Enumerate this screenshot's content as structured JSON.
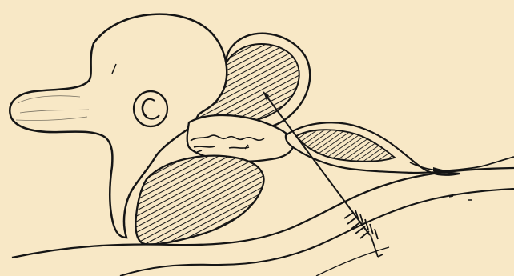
{
  "figure": {
    "background": "#f8e8c6",
    "ink": "#151515",
    "elements": [
      "main-body-outline",
      "left-arm-projection",
      "small-round-organ",
      "upper-hatched-cavity",
      "upper-cavity-rim",
      "middle-lobe",
      "right-hatched-sac",
      "lower-hatched-cavity",
      "lower-base-curves",
      "arrow-indicator"
    ]
  }
}
